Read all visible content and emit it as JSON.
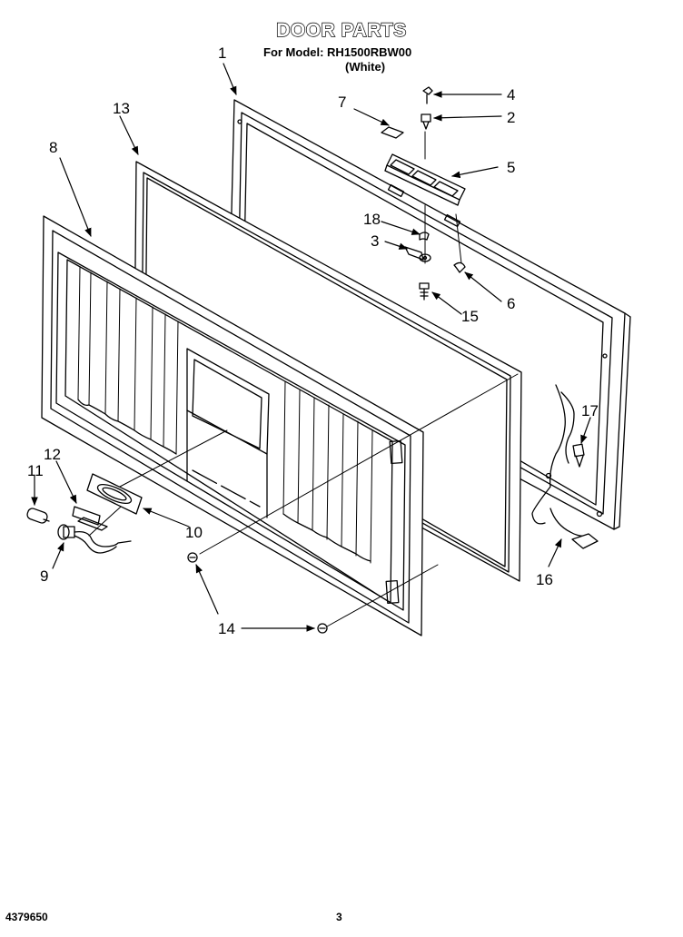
{
  "header": {
    "title": "DOOR PARTS",
    "model_line": "For Model: RH1500RBW00",
    "color_line": "(White)"
  },
  "footer": {
    "doc_number": "4379650",
    "page_number": "3"
  },
  "callouts": [
    {
      "id": "c1",
      "text": "1"
    },
    {
      "id": "c2",
      "text": "2"
    },
    {
      "id": "c3",
      "text": "3"
    },
    {
      "id": "c4",
      "text": "4"
    },
    {
      "id": "c5",
      "text": "5"
    },
    {
      "id": "c6",
      "text": "6"
    },
    {
      "id": "c7",
      "text": "7"
    },
    {
      "id": "c8",
      "text": "8"
    },
    {
      "id": "c9",
      "text": "9"
    },
    {
      "id": "c10",
      "text": "10"
    },
    {
      "id": "c11",
      "text": "11"
    },
    {
      "id": "c12",
      "text": "12"
    },
    {
      "id": "c13",
      "text": "13"
    },
    {
      "id": "c14",
      "text": "14"
    },
    {
      "id": "c15",
      "text": "15"
    },
    {
      "id": "c16",
      "text": "16"
    },
    {
      "id": "c17",
      "text": "17"
    },
    {
      "id": "c18",
      "text": "18"
    }
  ]
}
